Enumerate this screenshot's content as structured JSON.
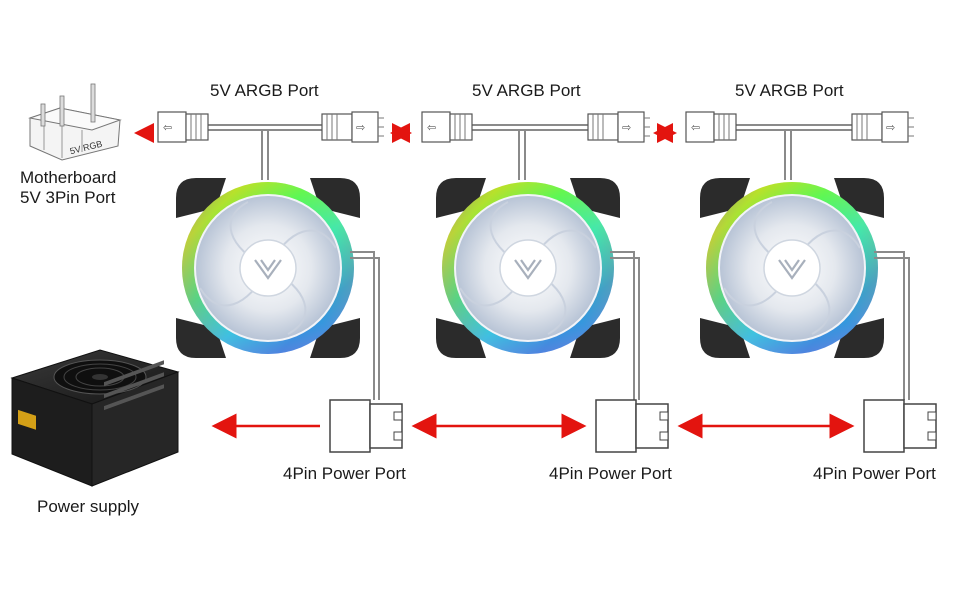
{
  "labels": {
    "argb_port_1": "5V ARGB Port",
    "argb_port_2": "5V ARGB Port",
    "argb_port_3": "5V ARGB Port",
    "motherboard_line1": "Motherboard",
    "motherboard_line2": "5V 3Pin Port",
    "header_print": "5V RGB",
    "power_port_1": "4Pin Power Port",
    "power_port_2": "4Pin Power Port",
    "power_port_3": "4Pin Power Port",
    "power_supply": "Power supply"
  },
  "colors": {
    "arrow": "#e3140f",
    "cable": "#8a8a8a",
    "connector_stroke": "#555555",
    "fan_bracket": "#2b2b2b"
  },
  "icons": {
    "fan": "rgb-fan-icon",
    "motherboard_header": "3pin-header-icon",
    "psu": "power-supply-unit-icon"
  }
}
